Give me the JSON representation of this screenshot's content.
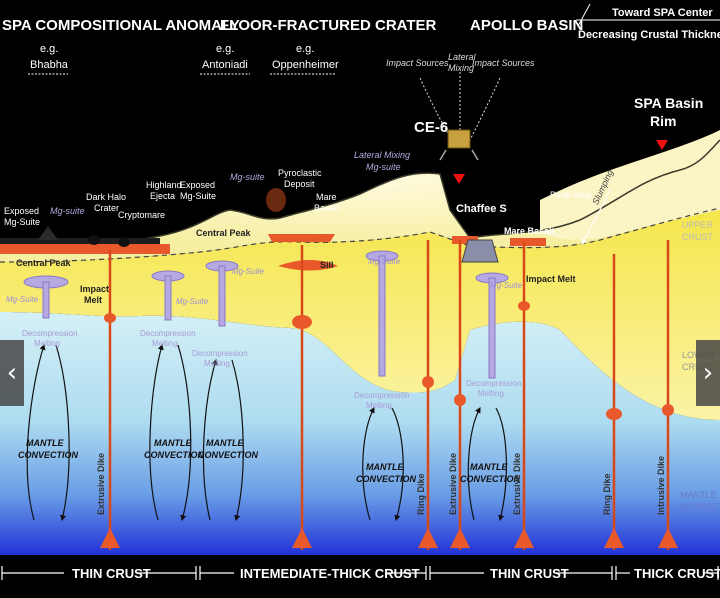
{
  "headings": {
    "spa_anomaly": "SPA COMPOSITIONAL ANOMALY",
    "floor_fractured": "FLOOR-FRACTURED CRATER",
    "apollo_basin": "APOLLO BASIN",
    "toward_center": "Toward SPA Center",
    "decreasing": "Decreasing Crustal Thickness"
  },
  "examples": {
    "eg": "e.g.",
    "bhabha": "Bhabha",
    "antoniadi": "Antoniadi",
    "oppenheimer": "Oppenheimer"
  },
  "labels": {
    "impact_sources_1": "Impact Sources",
    "lateral_mixing_top": "Lateral\nMixing",
    "impact_sources_2": "Impact Sources",
    "ce6": "CE-6",
    "spa_rim": "SPA Basin\nRim",
    "lateral_mixing_mg": "Lateral Mixing\nMg-suite",
    "mg_suite": "Mg-suite",
    "mg_suite_cap": "Mg-Suite",
    "pyroclastic": "Pyroclastic\nDeposit",
    "mare_basalt": "Mare\nBasalt",
    "highland_ejecta": "Highland\nEjecta",
    "exposed_mg_suite": "Exposed\nMg-Suite",
    "exposed_mg_suite_2": "Exposed\nMg-Suite",
    "dark_halo": "Dark Halo\nCrater",
    "cryptomare": "Cryptomare",
    "central_peak": "Central Peak",
    "chaffee": "Chaffee S",
    "mare_basalt_2": "Mare Basalt",
    "peak_ring": "Peak Ring",
    "slumping": "Slumping",
    "upper_crust": "UPPER\nCRUST",
    "lower_crust": "LOWER\nCRUST",
    "mantle_source": "MANTLE\nSOURCE",
    "impact_melt": "Impact\nMelt",
    "impact_melt_2": "Impact Melt",
    "sill": "Sill",
    "decompression": "Decompression\nMelting",
    "mantle_convection": "MANTLE\nCONVECTION",
    "extrusive_dike": "Extrusive Dike",
    "ring_dike": "Ring Dike",
    "intrusive_dike": "Intrusive Dike"
  },
  "bottom_bar": {
    "thin_crust": "THIN CRUST",
    "intermediate": "INTEMEDIATE-THICK CRUST",
    "thin_crust_2": "THIN CRUST",
    "thick_crust": "THICK CRUST"
  },
  "nav": {
    "prev": "‹",
    "next": "›"
  },
  "colors": {
    "title": "#ffffff",
    "upper_crust": "#fdf6c0",
    "lower_crust": "#f7e85a",
    "mantle_top": "#c8ecf4",
    "mantle_bottom": "#2a3ad6",
    "magma": "#e8582a",
    "mg_suite": "#b6a8e0"
  }
}
